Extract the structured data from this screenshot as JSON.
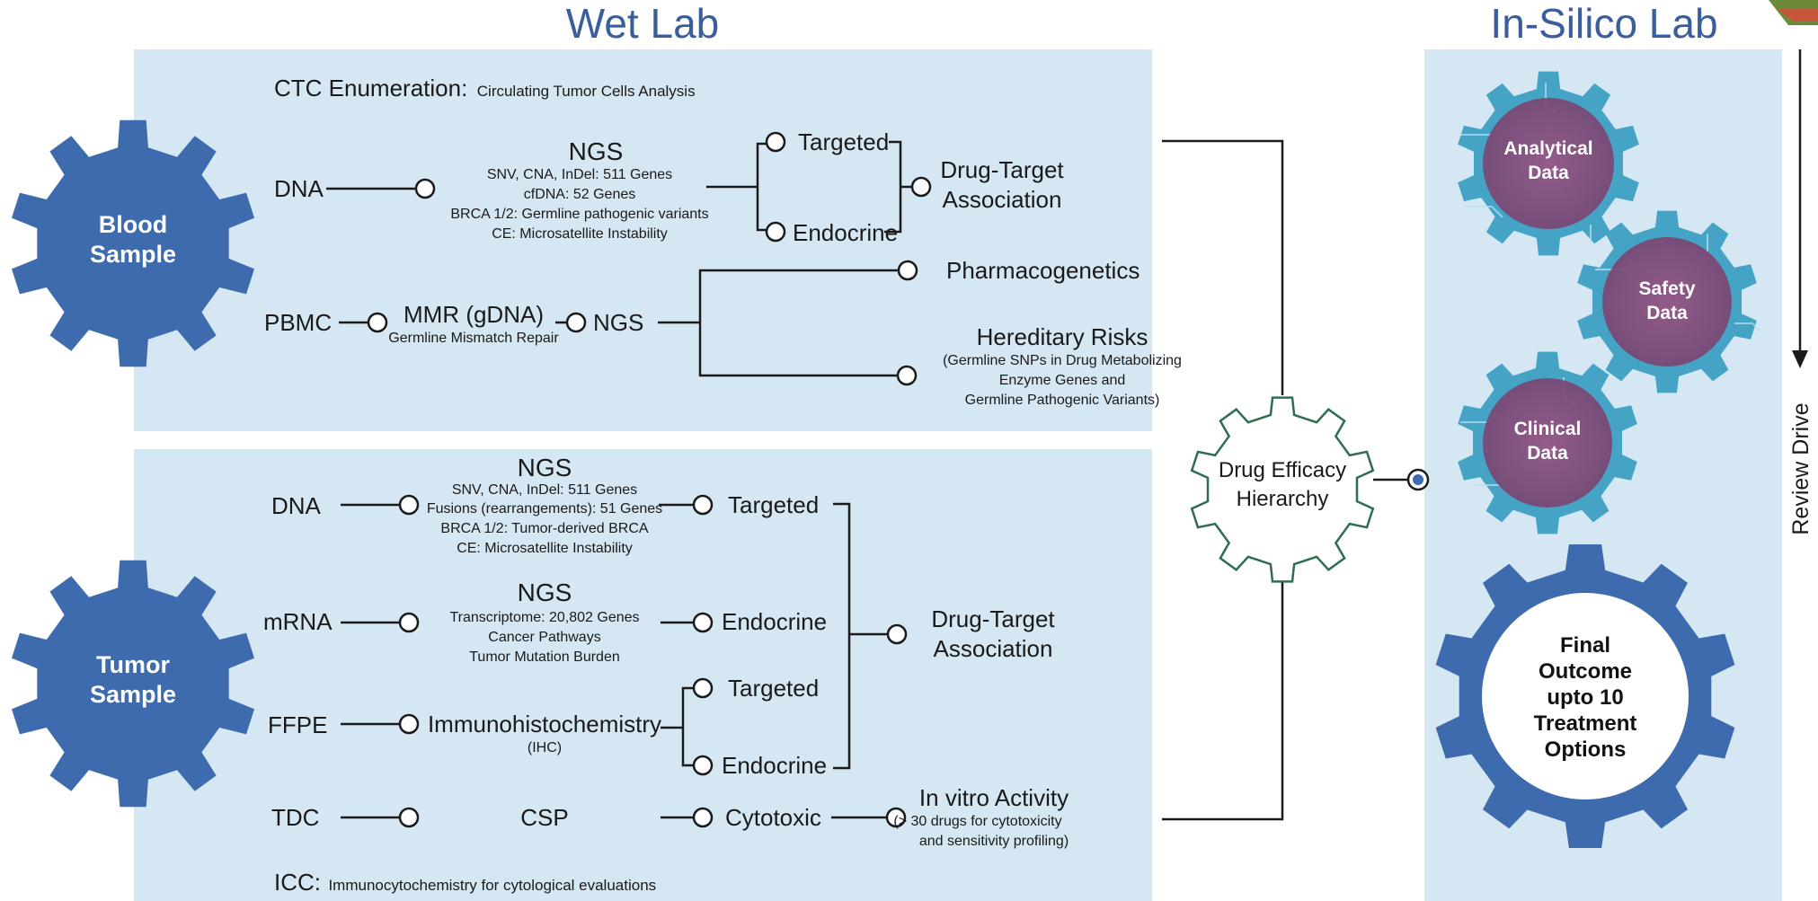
{
  "headers": {
    "wet_lab": "Wet Lab",
    "in_silico_lab": "In-Silico Lab"
  },
  "blood": {
    "gear_line1": "Blood",
    "gear_line2": "Sample",
    "ctc_title": "CTC Enumeration:",
    "ctc_desc": "Circulating Tumor Cells Analysis",
    "dna": "DNA",
    "ngs_title": "NGS",
    "ngs_details": [
      "SNV, CNA, InDel: 511 Genes",
      "cfDNA: 52 Genes",
      "BRCA 1/2: Germline pathogenic variants",
      "CE: Microsatellite Instability"
    ],
    "targeted": "Targeted",
    "endocrine": "Endocrine",
    "dta_line1": "Drug-Target",
    "dta_line2": "Association",
    "pbmc": "PBMC",
    "mmr_title": "MMR (gDNA)",
    "mmr_desc": "Germline Mismatch Repair",
    "ngs2": "NGS",
    "pharmacogenetics": "Pharmacogenetics",
    "hereditary_title": "Hereditary Risks",
    "hereditary_details": [
      "(Germline SNPs in Drug Metabolizing",
      "Enzyme Genes and",
      "Germline Pathogenic Variants)"
    ]
  },
  "tumor": {
    "gear_line1": "Tumor",
    "gear_line2": "Sample",
    "dna": "DNA",
    "ngs_dna_title": "NGS",
    "ngs_dna_details": [
      "SNV, CNA, InDel: 511 Genes",
      "Fusions (rearrangements): 51 Genes",
      "BRCA 1/2: Tumor-derived BRCA",
      "CE: Microsatellite Instability"
    ],
    "targeted1": "Targeted",
    "mrna": "mRNA",
    "ngs_mrna_title": "NGS",
    "ngs_mrna_details": [
      "Transcriptome: 20,802 Genes",
      "Cancer Pathways",
      "Tumor Mutation Burden"
    ],
    "endocrine1": "Endocrine",
    "dta_line1": "Drug-Target",
    "dta_line2": "Association",
    "ffpe": "FFPE",
    "ihc_title": "Immunohistochemistry",
    "ihc_sub": "(IHC)",
    "targeted2": "Targeted",
    "endocrine2": "Endocrine",
    "tdc": "TDC",
    "csp": "CSP",
    "cytotoxic": "Cytotoxic",
    "invitro_title": "In vitro Activity",
    "invitro_details": [
      "(> 30 drugs for cytotoxicity",
      "and sensitivity profiling)"
    ],
    "icc_title": "ICC:",
    "icc_desc": "Immunocytochemistry for cytological evaluations"
  },
  "hierarchy": {
    "line1": "Drug Efficacy",
    "line2": "Hierarchy"
  },
  "insilico": {
    "analytical": [
      "Analytical",
      "Data"
    ],
    "safety": [
      "Safety",
      "Data"
    ],
    "clinical": [
      "Clinical",
      "Data"
    ],
    "final": [
      "Final",
      "Outcome",
      "upto 10",
      "Treatment",
      "Options"
    ],
    "review_drive": "Review Drive"
  },
  "colors": {
    "panel": "#d4e7f3",
    "gear_blue": "#3d6bad",
    "header_blue": "#3a5d9c",
    "data_circle": "#8a4a7c",
    "circuit_teal": "#45a4c6",
    "hierarchy_gear_stroke": "#2e6d50"
  }
}
